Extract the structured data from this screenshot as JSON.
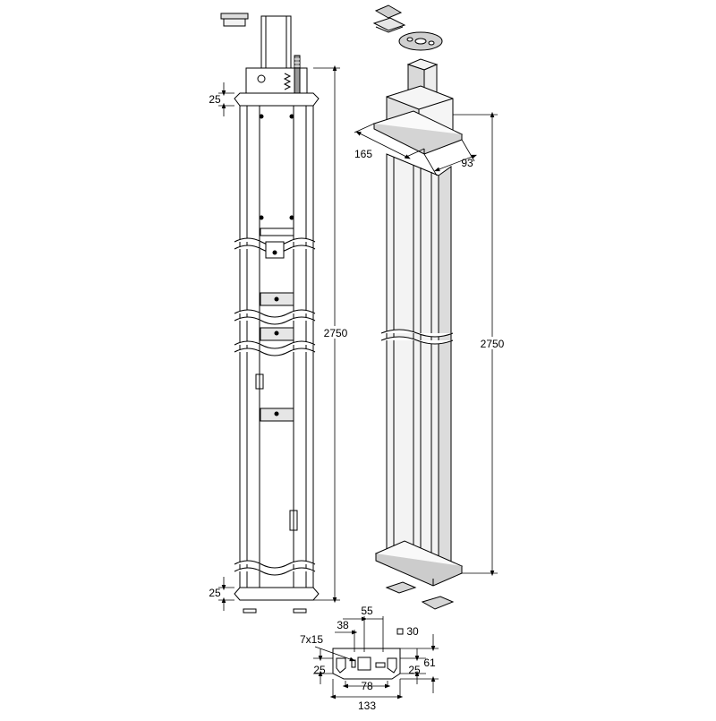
{
  "dimensions": {
    "left_top_offset": "25",
    "left_height": "2750",
    "left_bottom_offset": "25",
    "right_width": "165",
    "right_depth": "93",
    "right_height": "2750",
    "plan_38": "38",
    "plan_55": "55",
    "plan_slot": "7x15",
    "plan_square": "30",
    "plan_left_25": "25",
    "plan_right_25": "25",
    "plan_61": "61",
    "plan_78": "78",
    "plan_133": "133"
  },
  "colors": {
    "line": "#000000",
    "shade": "#bdbdbd",
    "light": "#e6e6e6"
  }
}
